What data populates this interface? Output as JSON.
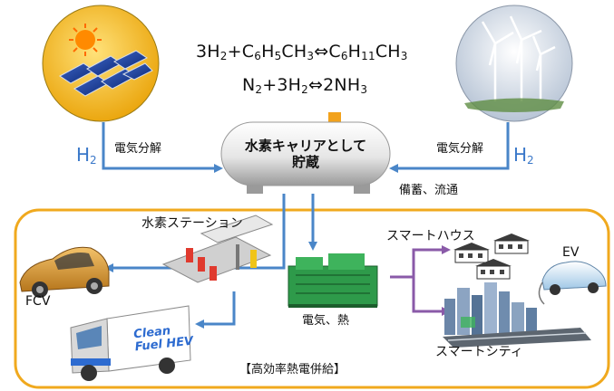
{
  "equations": {
    "line1": {
      "a": "3H",
      "a_sub": "2",
      "b": "+C",
      "b_sub1": "6",
      "b2": "H",
      "b_sub2": "5",
      "b3": "CH",
      "b_sub3": "3",
      "arrow": "⇔",
      "c": "C",
      "c_sub1": "6",
      "c2": "H",
      "c_sub2": "11",
      "c3": "CH",
      "c_sub3": "3"
    },
    "line2": {
      "a": "N",
      "a_sub": "2",
      "b": "+3H",
      "b_sub": "2",
      "arrow": "⇔",
      "c": "2NH",
      "c_sub": "3"
    }
  },
  "left_h2": {
    "symbol": "H",
    "sub": "2"
  },
  "right_h2": {
    "symbol": "H",
    "sub": "2"
  },
  "left_process": "電気分解",
  "right_process": "電気分解",
  "tank_label_line1": "水素キャリアとして",
  "tank_label_line2": "貯蔵",
  "storage_label": "備蓄、流通",
  "station_label": "水素ステーション",
  "fcv_label": "FCV",
  "truck_text_line1": "Clean",
  "truck_text_line2": "Fuel HEV",
  "generator_label": "電気、熱",
  "smart_house_label": "スマートハウス",
  "ev_label": "EV",
  "smart_city_label": "スマートシティ",
  "cogen_label": "【高効率熱電併給】",
  "colors": {
    "arrow_blue": "#4a86c8",
    "arrow_purple": "#8a5aa8",
    "frame_orange": "#f0a91e",
    "solar_gold": "#f2b319",
    "wind_grey": "#c9d3df",
    "generator_green": "#2e9a4a"
  },
  "icons": [
    "solar-panel-icon",
    "wind-turbine-icon",
    "storage-tank-icon",
    "hydrogen-station-icon",
    "fcv-car-icon",
    "truck-icon",
    "generator-icon",
    "smart-house-icon",
    "ev-car-icon",
    "smart-city-icon"
  ]
}
